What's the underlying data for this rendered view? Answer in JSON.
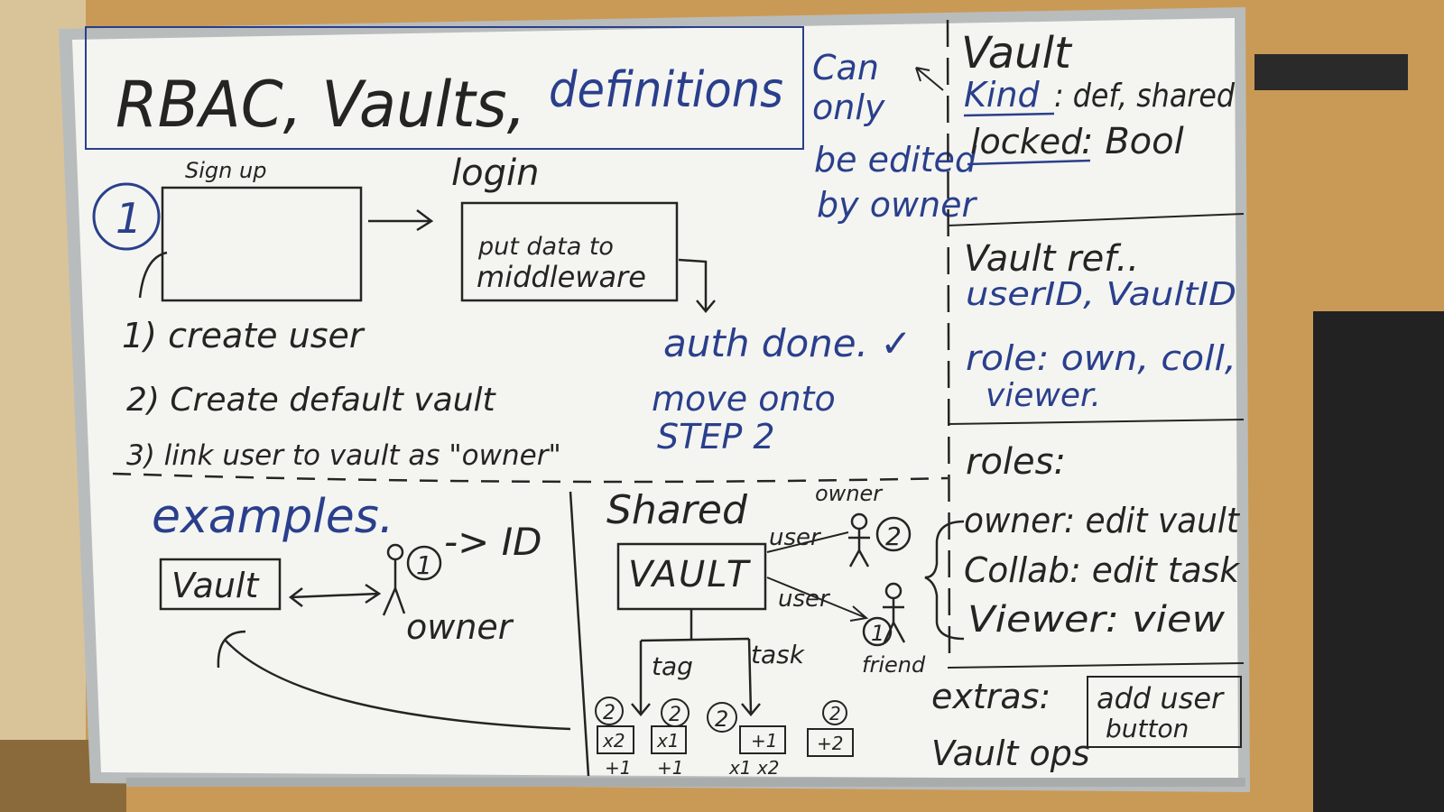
{
  "colors": {
    "board": "#f4f5f1",
    "frame": "#b9bcbc",
    "black_ink": "#262422",
    "blue_ink": "#2a3f8c",
    "wall": "#c99a55"
  },
  "title": {
    "black": "RBAC, Vaults,",
    "blue": "definitions"
  },
  "flow": {
    "step_number": "1",
    "signup_label": "Sign up",
    "login_label": "login",
    "middleware_line1": "put data to",
    "middleware_line2": "middleware",
    "auth_done": "auth done. ✓",
    "move_line1": "move onto",
    "move_line2": "STEP 2"
  },
  "steps": [
    "1) create user",
    "2) Create default vault",
    "3) link user to vault as \"owner\""
  ],
  "note": [
    "Can",
    "only",
    "be edited",
    "by owner"
  ],
  "vault_def": {
    "title": "Vault",
    "kind_label": "Kind",
    "kind_value": ": def, shared",
    "locked_label": "locked",
    "locked_value": ": Bool"
  },
  "vault_ref": {
    "title": "Vault ref..",
    "ids": "userID, VaultID",
    "role_line1": "role: own, coll,",
    "role_line2": "viewer."
  },
  "roles": {
    "title": "roles:",
    "owner": "owner: edit vault",
    "collab": "Collab: edit task",
    "viewer": "Viewer: view"
  },
  "extras": {
    "label": "extras:",
    "button_line1": "add user",
    "button_line2": "button",
    "ops": "Vault ops"
  },
  "examples": {
    "title": "examples.",
    "vault": "Vault",
    "circled": "1",
    "id_label": "-> ID",
    "owner": "owner"
  },
  "shared": {
    "title": "Shared",
    "vault": "VAULT",
    "user_top": "user",
    "user_mid": "user",
    "owner_label": "owner",
    "friend_label": "friend",
    "owner_num": "2",
    "friend_num": "1",
    "tag_label": "tag",
    "task_label": "task",
    "boxes": [
      {
        "num": "2",
        "box": "x2",
        "under": "+1"
      },
      {
        "num": "2",
        "box": "x1",
        "under": "+1"
      },
      {
        "num": "2",
        "box": "+1",
        "under": "x1 x2"
      },
      {
        "num": "2",
        "box": "+2",
        "under": ""
      }
    ]
  }
}
